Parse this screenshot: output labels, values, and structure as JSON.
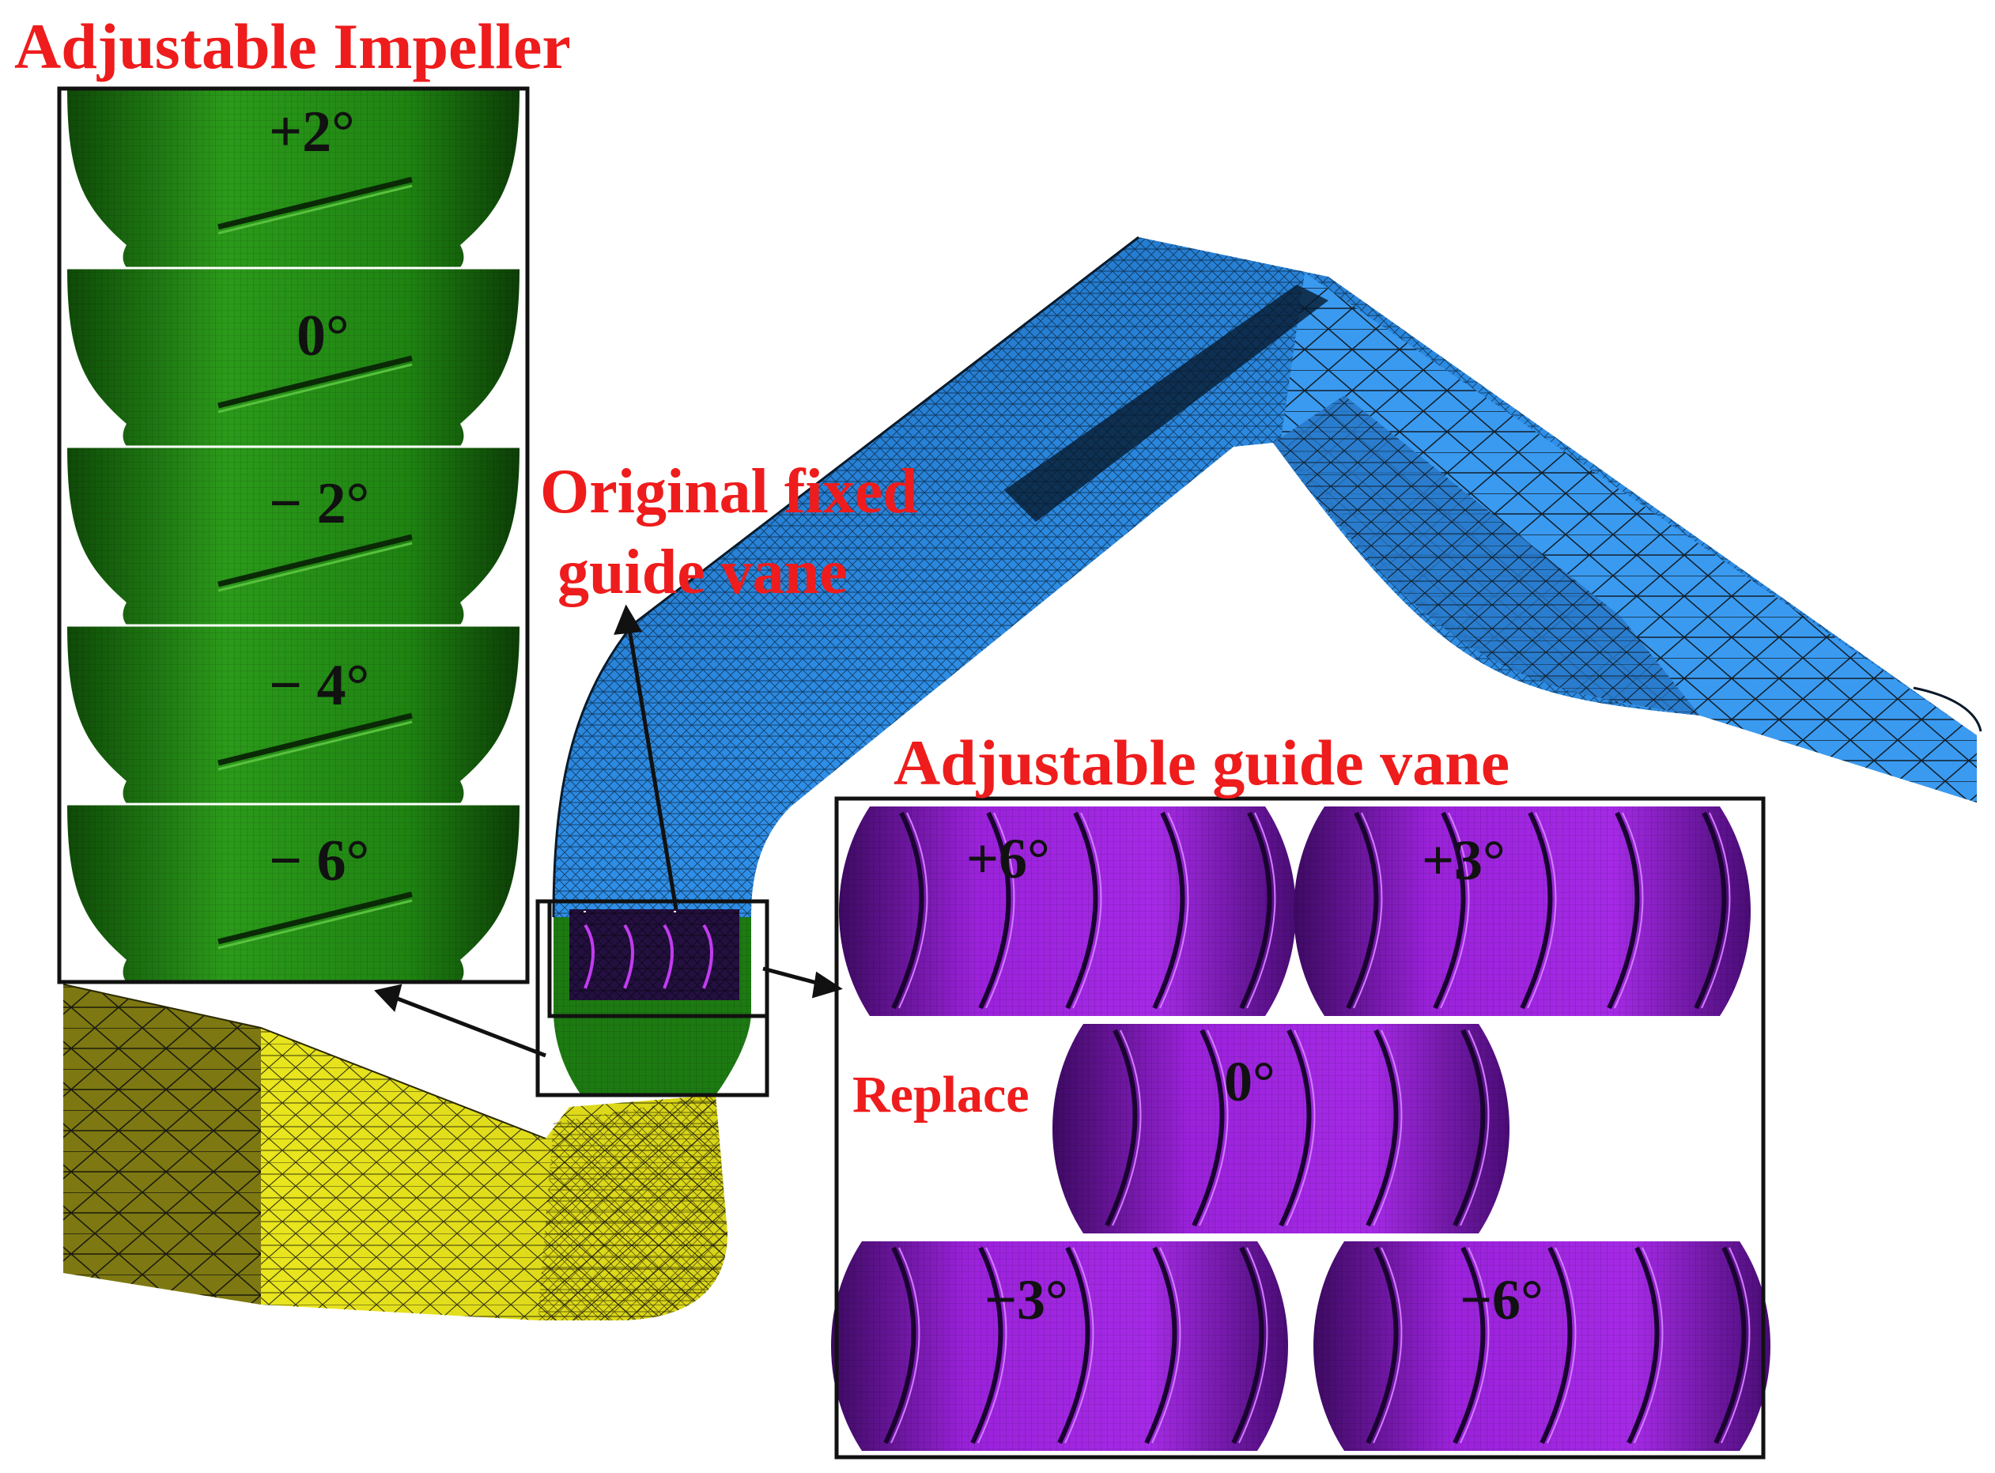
{
  "labels": {
    "adjustable_impeller": "Adjustable Impeller",
    "original_fixed_line1": "Original fixed",
    "original_fixed_line2": "guide vane",
    "adjustable_guide_vane": "Adjustable guide vane",
    "replace": "Replace"
  },
  "impeller_angles": [
    "+2°",
    "0°",
    "− 2°",
    "− 4°",
    "− 6°"
  ],
  "guide_vane_angles": [
    "+6°",
    "+3°",
    "0°",
    "−3°",
    "−6°"
  ],
  "colors": {
    "label_red": "#ee1c1c",
    "impeller_green": "#1f8a12",
    "guide_vane_purple": "#9a1ed6",
    "outlet_blue": "#2e8fe6",
    "inlet_yellow": "#e6e21c",
    "mesh_line": "#0a0a0a"
  }
}
